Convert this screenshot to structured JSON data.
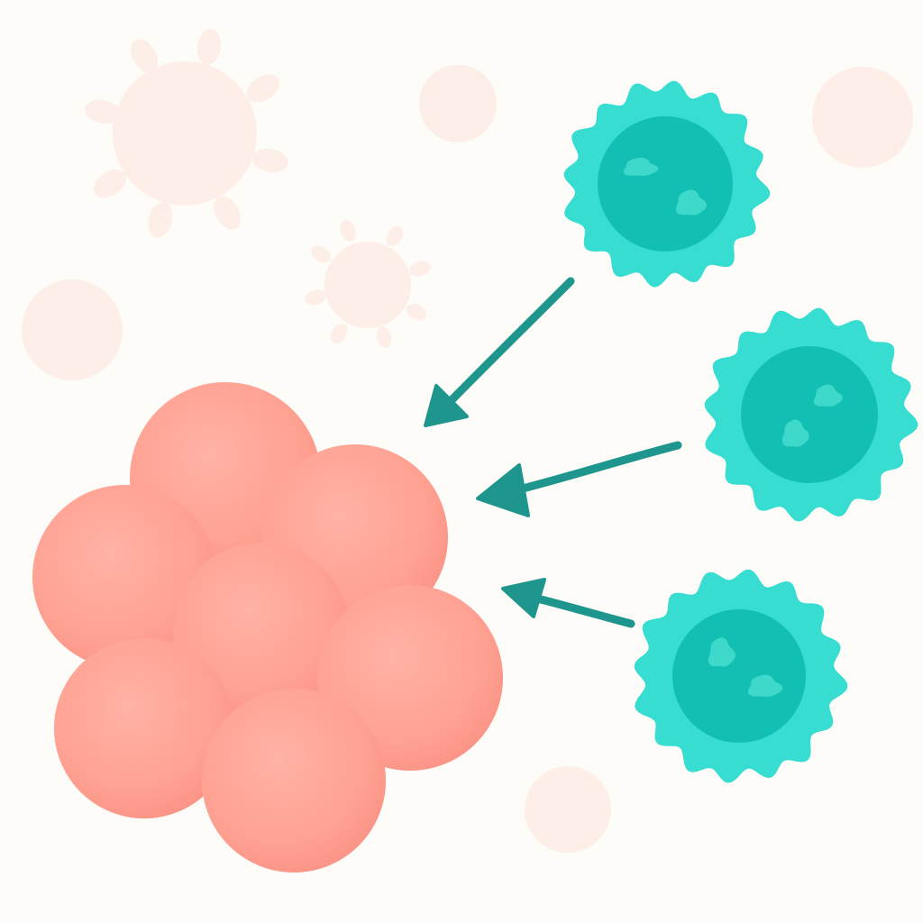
{
  "colors": {
    "background": "#fdfcf8",
    "tumor_cell": "#ffa497",
    "tumor_cell_shade": "#f98d83",
    "immune_cell_outer": "#38ddd2",
    "immune_cell_inner": "#11bfb3",
    "immune_cell_nucleus": "#3fd9cc",
    "arrow": "#1f968d",
    "faded_particle": "#fdeee8",
    "faded_particle_stroke": "#fbe6de"
  },
  "icons": {
    "tumor": "tumor-cell-cluster",
    "immune": "immune-cell-icon",
    "arrow": "attack-arrow-icon",
    "background": "virus-particle-icon"
  },
  "diagram": {
    "tumor_cell_count": 7,
    "immune_cell_count": 3,
    "arrow_count": 3
  }
}
